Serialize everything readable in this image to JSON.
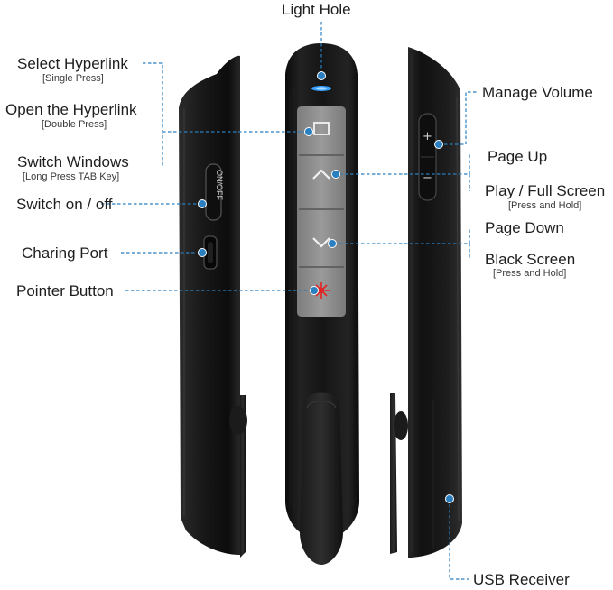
{
  "labels": {
    "light_hole": "Light Hole",
    "select_hyperlink": "Select Hyperlink",
    "select_hyperlink_note": "[Single Press]",
    "open_hyperlink": "Open the Hyperlink",
    "open_hyperlink_note": "[Double Press]",
    "switch_windows": "Switch Windows",
    "switch_windows_note": "[Long Press TAB Key]",
    "switch_on_off": "Switch on / off",
    "charging_port": "Charing Port",
    "pointer_button": "Pointer Button",
    "manage_volume": "Manage Volume",
    "page_up": "Page Up",
    "play_full_screen": "Play / Full Screen",
    "play_full_screen_note": "[Press and Hold]",
    "page_down": "Page Down",
    "black_screen": "Black Screen",
    "black_screen_note": "[Press and Hold]",
    "usb_receiver": "USB Receiver"
  },
  "device": {
    "switch_text": "ON/OFF",
    "volume_up_symbol": "+",
    "volume_down_symbol": "−"
  },
  "colors": {
    "callout_line": "#2a7fc0",
    "callout_dot": "#2a7fc0",
    "body": "#151515",
    "button_face": "#8b8b8b",
    "light_hole": "#3aa3ff",
    "laser": "#e22222"
  }
}
